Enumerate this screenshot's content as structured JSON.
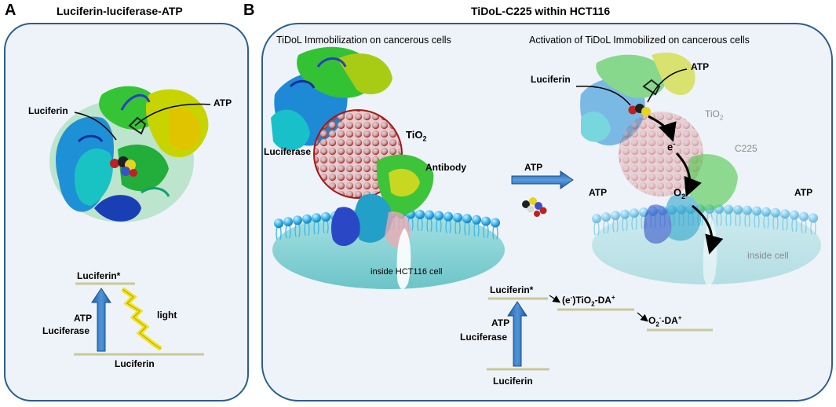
{
  "panel_a": {
    "letter": "A",
    "title": "Luciferin-luciferase-ATP",
    "labels": {
      "luciferin": "Luciferin",
      "atp": "ATP",
      "excited": "Luciferin*",
      "ground": "Luciferin",
      "arrow_atp": "ATP",
      "arrow_luciferase": "Luciferase",
      "light": "light"
    }
  },
  "panel_b": {
    "letter": "B",
    "title": "TiDoL-C225 within HCT116",
    "left_subtitle": "TiDoL Immobilization on cancerous cells",
    "right_subtitle": "Activation of TiDoL Immobilized on cancerous cells",
    "left_labels": {
      "tio2": "TiO",
      "tio2_sub": "2",
      "luciferase": "Luciferase",
      "antibody": "Antibody",
      "inside": "inside HCT116  cell"
    },
    "middle_labels": {
      "atp_arrow": "ATP"
    },
    "right_labels": {
      "luciferin": "Luciferin",
      "atp_top": "ATP",
      "tio2": "TiO",
      "tio2_sub": "2",
      "c225": "C225",
      "electron": "e",
      "electron_sup": "-",
      "superoxide": "O",
      "superoxide_sub": "2",
      "superoxide_sup": "-",
      "atp_left": "ATP",
      "atp_right": "ATP",
      "inside": "inside cell"
    },
    "scheme": {
      "excited": "Luciferin*",
      "ground": "Luciferin",
      "arrow_atp": "ATP",
      "arrow_luciferase": "Luciferase",
      "step1_pre": "(e",
      "step1_sup": "-",
      "step1_mid": ")TiO",
      "step1_sub": "2",
      "step1_post": "-DA",
      "step1_plus": "+",
      "step2_pre": "O",
      "step2_sub": "2",
      "step2_sup": "-",
      "step2_post": "-DA",
      "step2_plus": "+"
    }
  },
  "colors": {
    "box_border": "#2c5f8a",
    "box_fill": "#eef3f9",
    "arrow_blue": "#2e74c0",
    "tio2_red": "#c81e1e",
    "membrane_blue": "#3fb6e8",
    "cell_teal": "#8fd6d8",
    "light_yellow": "#f2e31a",
    "level_line": "#c9c79a"
  }
}
